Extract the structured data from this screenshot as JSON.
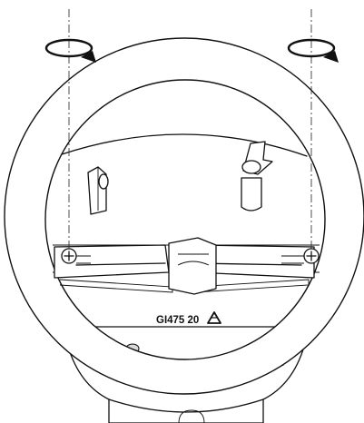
{
  "diagram": {
    "part_marking": "GI475 20",
    "marking_symbol": "recycle-triangle",
    "rotation_arrows": [
      "clockwise",
      "clockwise"
    ],
    "colors": {
      "line": "#111111",
      "background": "#ffffff",
      "shade": "#d9d9d9"
    }
  }
}
